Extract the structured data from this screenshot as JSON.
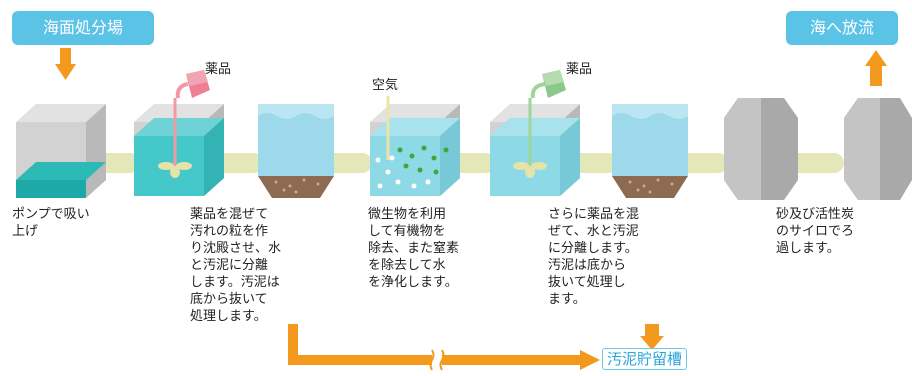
{
  "source": {
    "label": "海面処分場"
  },
  "discharge": {
    "label": "海へ放流"
  },
  "chemicals": {
    "label_1": "薬品",
    "label_2": "薬品"
  },
  "air": {
    "label": "空気"
  },
  "steps": {
    "pump": [
      "ポンプで吸い",
      "上げ"
    ],
    "settle_1": [
      "薬品を混ぜて",
      "汚れの粒を作",
      "り沈殿させ、水",
      "と汚泥に分離",
      "します。汚泥は",
      "底から抜いて",
      "処理します。"
    ],
    "bio": [
      "微生物を利用",
      "して有機物を",
      "除去、また窒素",
      "を除去して水",
      "を浄化します。"
    ],
    "settle_2": [
      "さらに薬品を混",
      "ぜて、水と汚泥",
      "に分離します。",
      "汚泥は底から",
      "抜いて処理し",
      "ます。"
    ],
    "filter": [
      "砂及び活性炭",
      "のサイロでろ",
      "過します。"
    ]
  },
  "sludge": {
    "label": "汚泥貯留槽"
  },
  "colors": {
    "header_bg": "#5bc3e6",
    "arrow": "#f39a1e",
    "water": "#3fc9c9",
    "pipe": "#e4e8b8"
  }
}
